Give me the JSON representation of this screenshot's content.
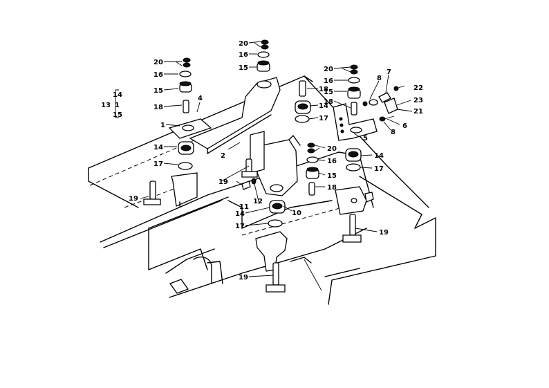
{
  "diagram": {
    "callouts": {
      "c1": "1",
      "c2": "2",
      "c4": "4",
      "c5": "5",
      "c6": "6",
      "c7": "7",
      "c8a": "8",
      "c8b": "8",
      "c10": "10",
      "c11": "11",
      "c12": "12",
      "c13": "13",
      "c14a": "14",
      "c14b": "14",
      "c14c": "14",
      "c14d": "14",
      "c14kit": "14",
      "c15a": "15",
      "c15b": "15",
      "c15c": "15",
      "c15d": "15",
      "c15kit": "15",
      "c16a": "16",
      "c16b": "16",
      "c16c": "16",
      "c16d": "16",
      "c17a": "17",
      "c17b": "17",
      "c17c": "17",
      "c17d": "17",
      "c18a": "18",
      "c18b": "18",
      "c18c": "18",
      "c18d": "18",
      "c19a": "19",
      "c19b": "19",
      "c19c": "19",
      "c19d": "19",
      "c20a": "20",
      "c20b": "20",
      "c20c": "20",
      "c20d": "20",
      "c21": "21",
      "c22": "22",
      "c23": "23",
      "ckit1": "1"
    }
  }
}
